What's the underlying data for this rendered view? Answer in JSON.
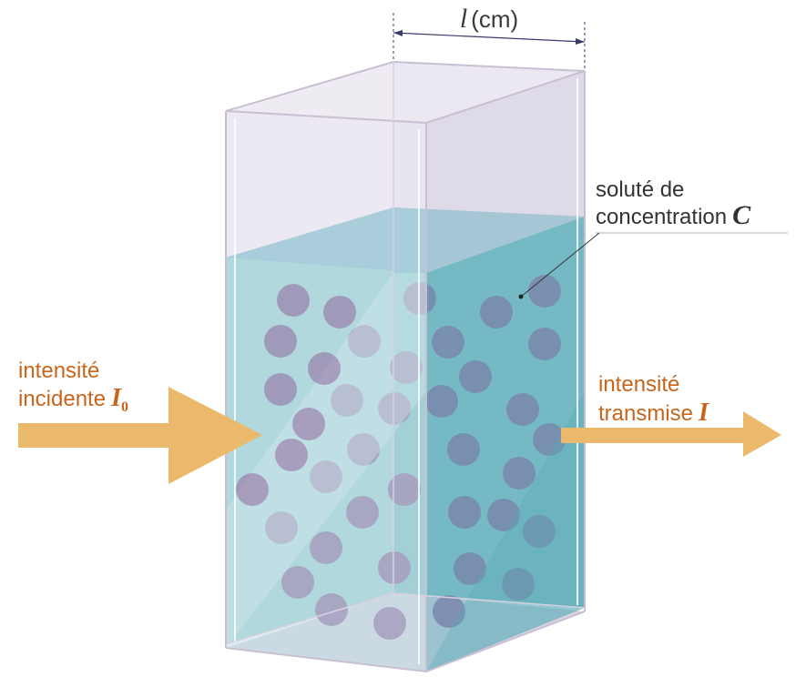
{
  "dimension": {
    "symbol": "l",
    "unit": "(cm)"
  },
  "solute": {
    "line1": "soluté de",
    "line2": "concentration",
    "symbol": "C"
  },
  "incident": {
    "line1": "intensité",
    "line2": "incidente",
    "symbol": "I",
    "subscript": "0"
  },
  "transmitted": {
    "line1": "intensité",
    "line2": "transmise",
    "symbol": "I"
  },
  "colors": {
    "arrow": "#ebb96b",
    "label_orange": "#c9651a",
    "liquid": "#5fb3c0",
    "particle": "#8a4f90",
    "glass_edge": "#c9bfd3",
    "text": "#333333"
  }
}
